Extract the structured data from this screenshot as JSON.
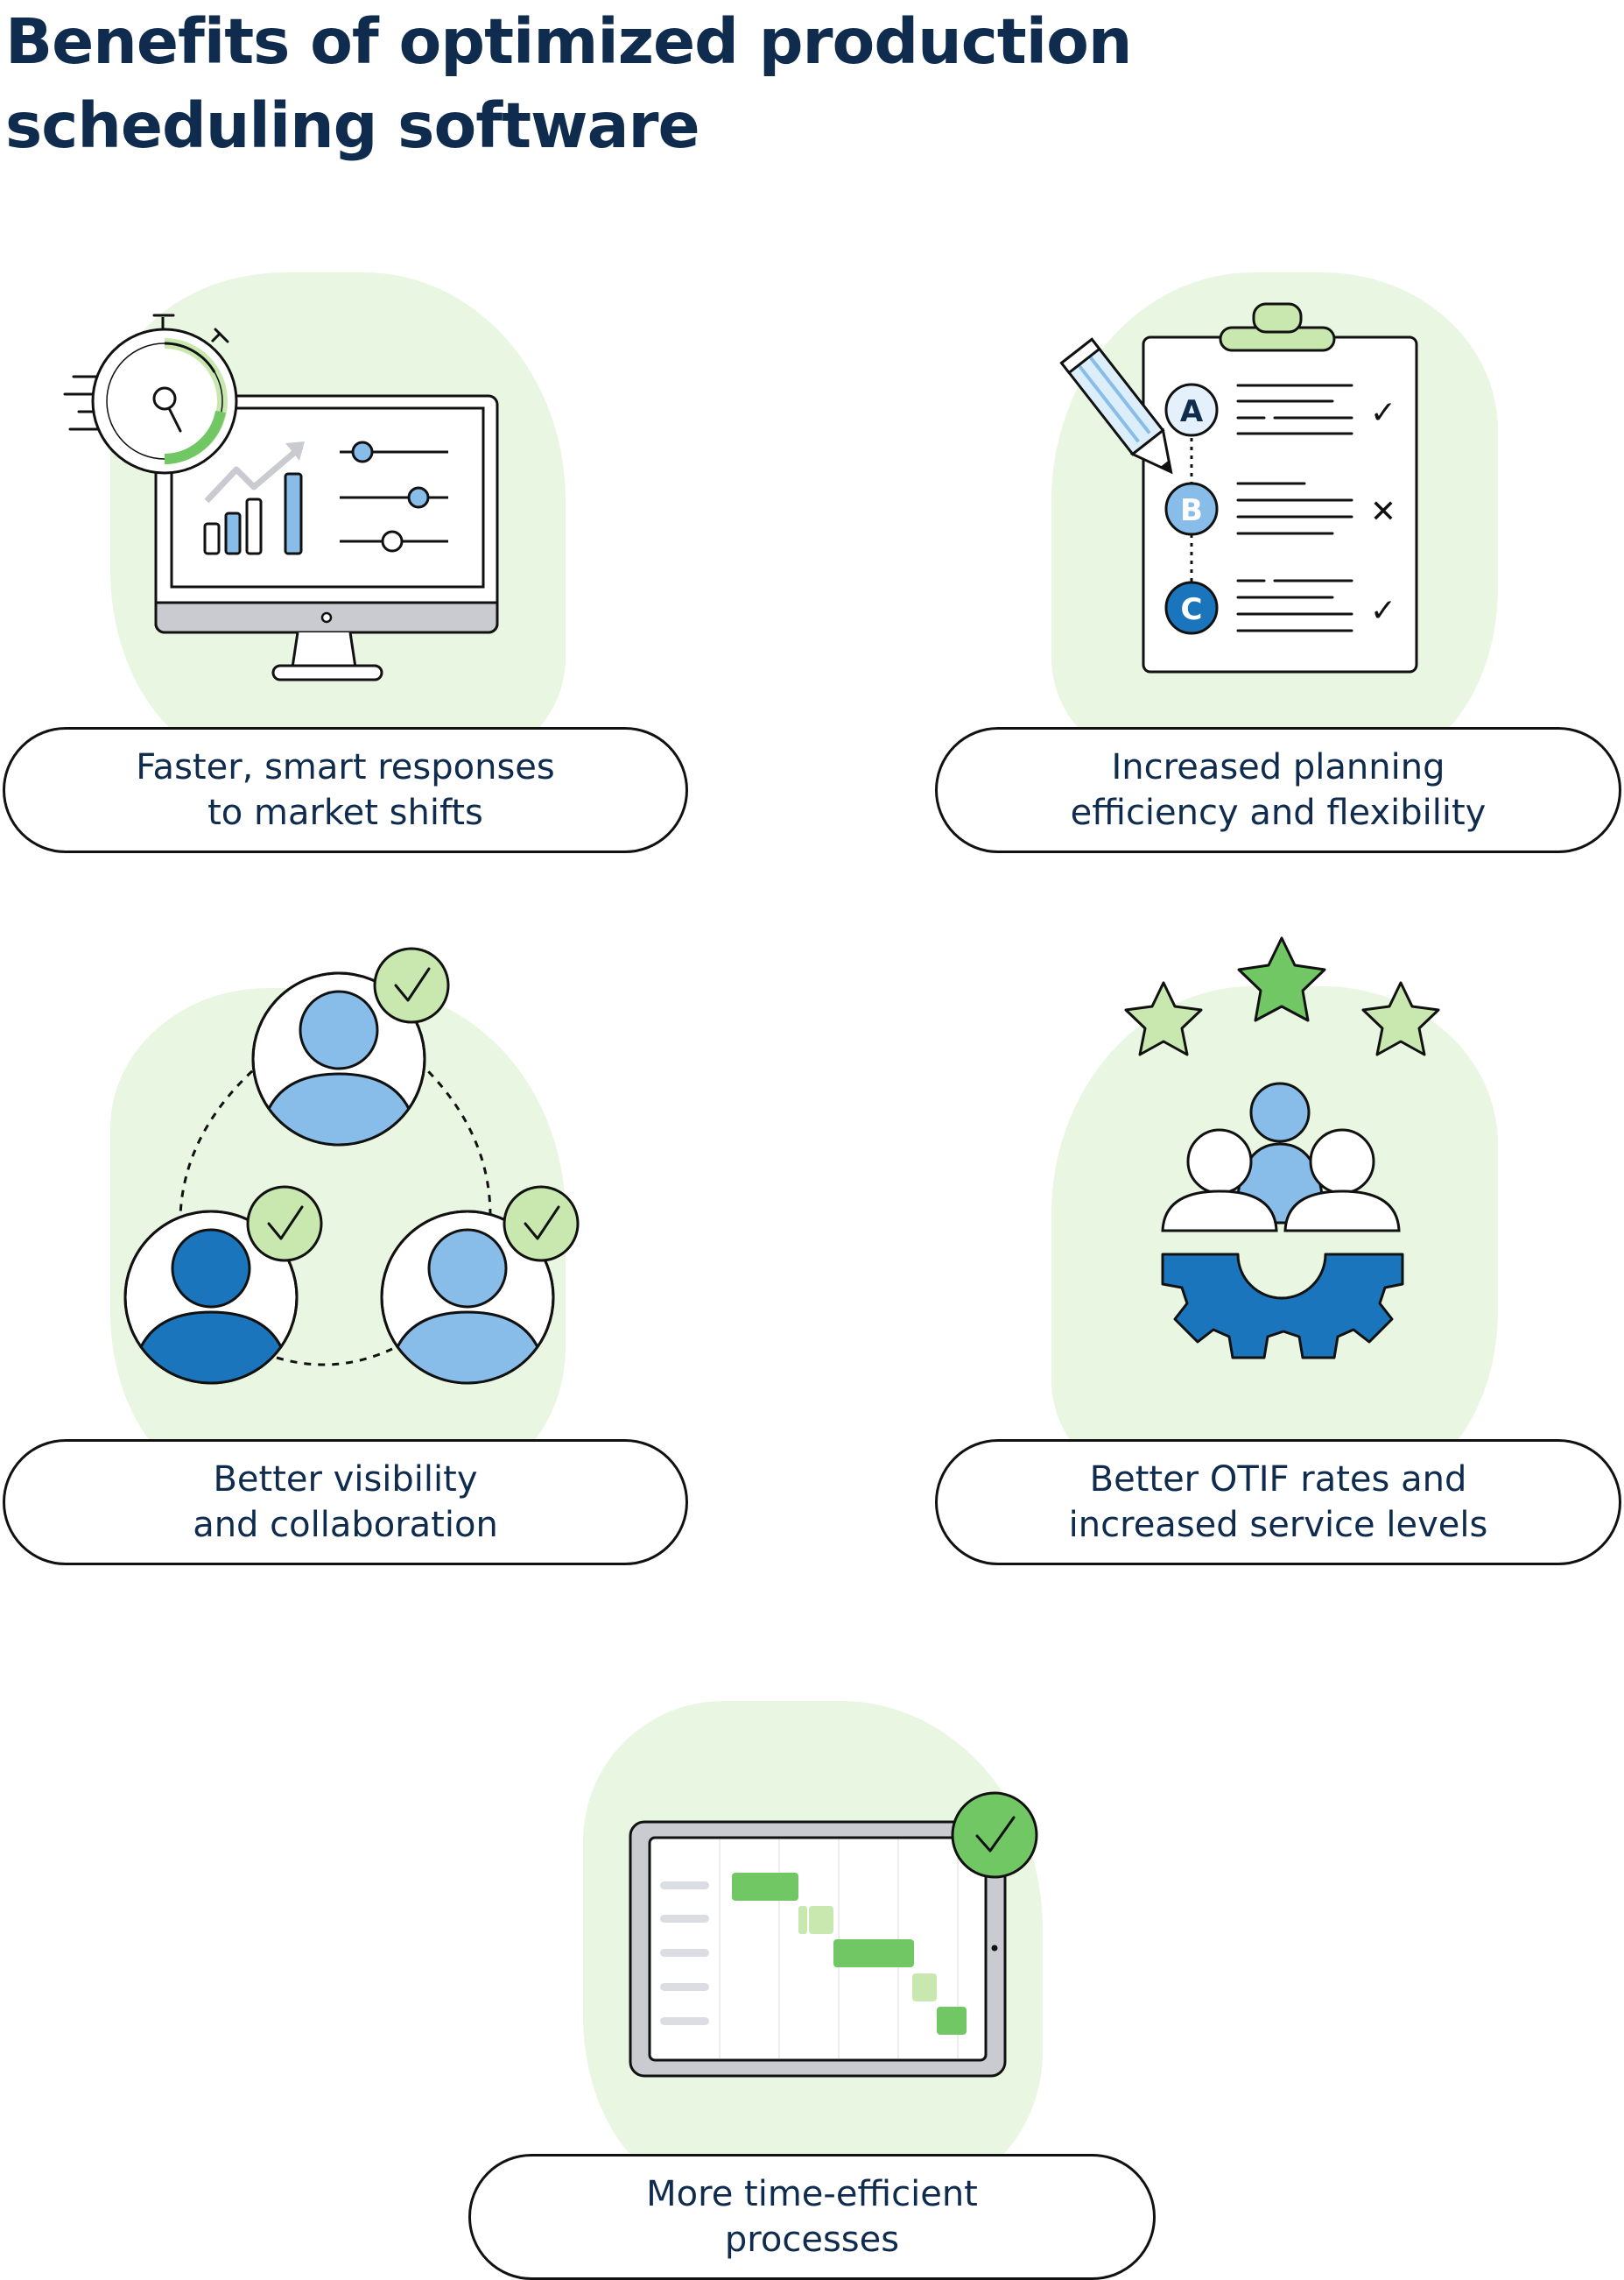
{
  "title": "Benefits of optimized production\nscheduling software",
  "colors": {
    "navy": "#0f2b4d",
    "blob_green": "#e9f6e1",
    "light_green": "#c8e8b0",
    "green": "#72c765",
    "light_blue": "#88bde9",
    "blue": "#1a75bc",
    "gray": "#c9cbd1",
    "outline": "#111111"
  },
  "benefits": [
    {
      "label": "Faster, smart responses\nto market shifts",
      "icon": "monitor-stopwatch-icon"
    },
    {
      "label": "Increased planning\nefficiency and flexibility",
      "icon": "clipboard-checklist-icon"
    },
    {
      "label": "Better visibility\nand collaboration",
      "icon": "team-collaboration-icon"
    },
    {
      "label": "Better OTIF rates and\nincreased service levels",
      "icon": "stars-team-gear-icon"
    },
    {
      "label": "More time-efficient\nprocesses",
      "icon": "tablet-gantt-icon"
    }
  ],
  "checklist": {
    "items": [
      "A",
      "B",
      "C"
    ],
    "marks": [
      "✓",
      "✕",
      "✓"
    ]
  }
}
